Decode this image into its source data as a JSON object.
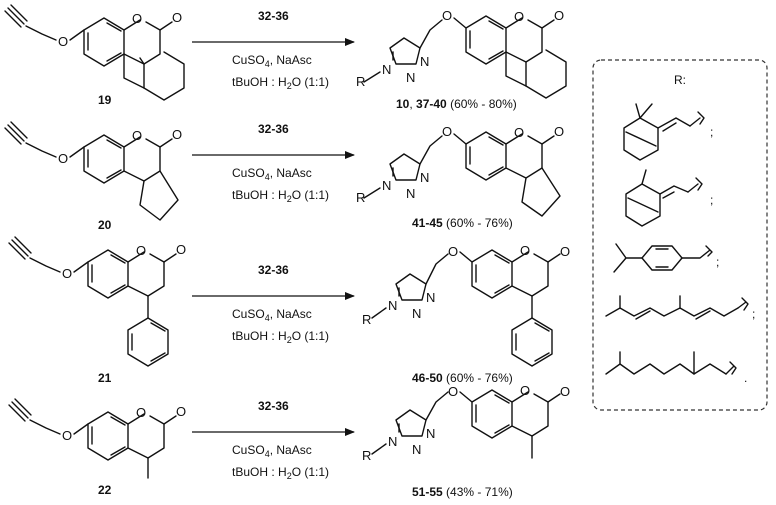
{
  "reactions": [
    {
      "reactant_label": "19",
      "reagent": "32-36",
      "catalyst": "CuSO",
      "catalyst_sub": "4",
      "catalyst_rest": ", NaAsc",
      "solvent_a": "tBuOH : H",
      "solvent_sub": "2",
      "solvent_b": "O (1:1)",
      "product_bold_a": "10",
      "product_plain_a": ", ",
      "product_bold_b": "37-40",
      "yield": " (60% - 80%)"
    },
    {
      "reactant_label": "20",
      "reagent": "32-36",
      "catalyst": "CuSO",
      "catalyst_sub": "4",
      "catalyst_rest": ", NaAsc",
      "solvent_a": "tBuOH : H",
      "solvent_sub": "2",
      "solvent_b": "O (1:1)",
      "product_bold_b": "41-45",
      "yield": " (60% - 76%)"
    },
    {
      "reactant_label": "21",
      "reagent": "32-36",
      "catalyst": "CuSO",
      "catalyst_sub": "4",
      "catalyst_rest": ", NaAsc",
      "solvent_a": "tBuOH : H",
      "solvent_sub": "2",
      "solvent_b": "O (1:1)",
      "product_bold_b": "46-50",
      "yield": " (60% - 76%)"
    },
    {
      "reactant_label": "22",
      "reagent": "32-36",
      "catalyst": "CuSO",
      "catalyst_sub": "4",
      "catalyst_rest": ", NaAsc",
      "solvent_a": "tBuOH : H",
      "solvent_sub": "2",
      "solvent_b": "O (1:1)",
      "product_bold_b": "51-55",
      "yield": " (43% - 71%)"
    }
  ],
  "atoms": {
    "oxygen": "O",
    "nitrogen": "N",
    "r_group": "R"
  },
  "r_panel": {
    "title": "R:",
    "separator": ";",
    "end_mark": "."
  }
}
